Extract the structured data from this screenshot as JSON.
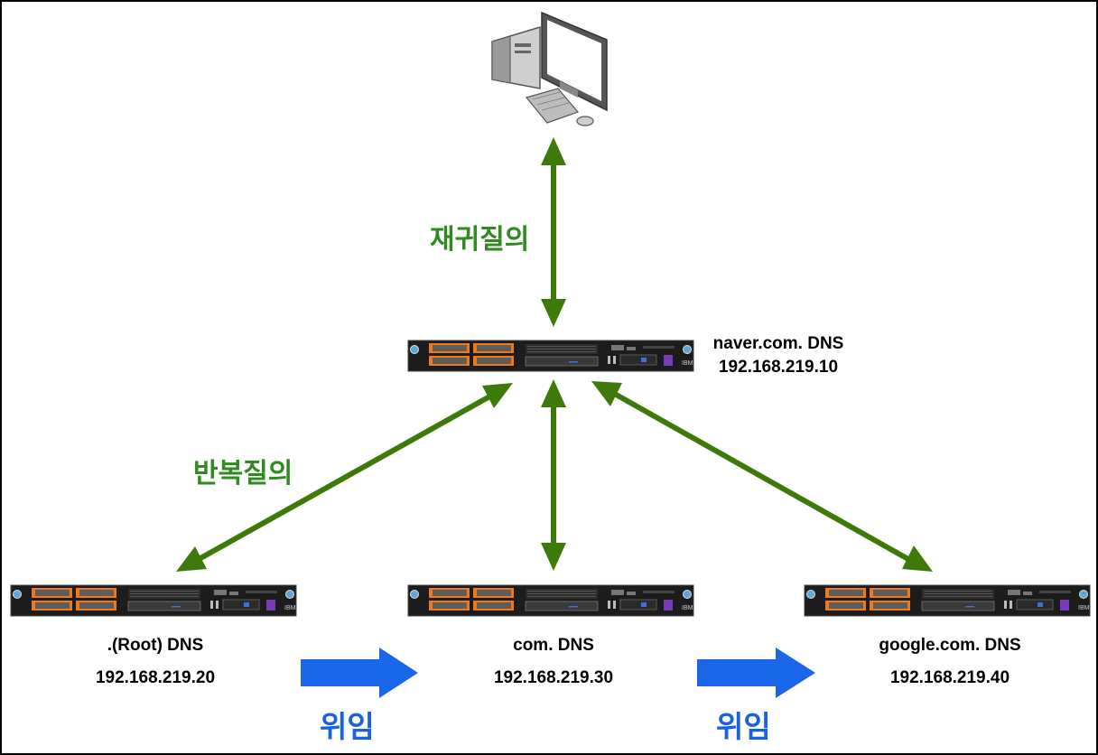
{
  "nodes": {
    "client": {
      "icon": "desktop-computer-icon"
    },
    "naver": {
      "name": "naver.com. DNS",
      "ip": "192.168.219.10",
      "icon": "rack-server-icon"
    },
    "root": {
      "name": ".(Root) DNS",
      "ip": "192.168.219.20",
      "icon": "rack-server-icon"
    },
    "com": {
      "name": "com. DNS",
      "ip": "192.168.219.30",
      "icon": "rack-server-icon"
    },
    "google": {
      "name": "google.com. DNS",
      "ip": "192.168.219.40",
      "icon": "rack-server-icon"
    }
  },
  "edge_labels": {
    "recursive": "재귀질의",
    "iterative": "반복질의",
    "delegation_1": "위임",
    "delegation_2": "위임"
  },
  "colors": {
    "query_arrow": "#3d7a0a",
    "query_label": "#2e8b1e",
    "delegation_arrow": "#1a66e8",
    "delegation_label": "#1662e0"
  }
}
